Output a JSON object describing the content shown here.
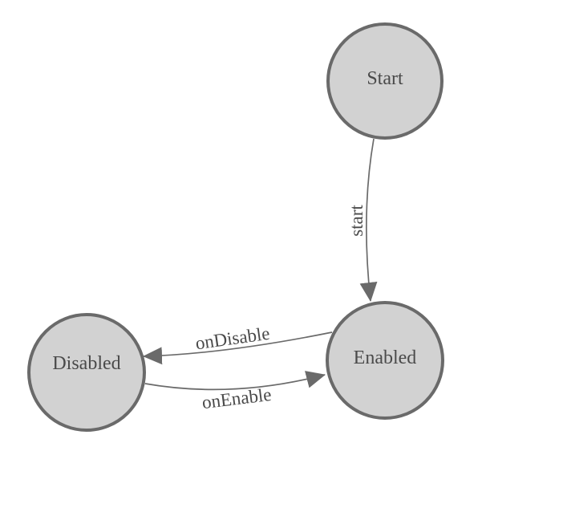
{
  "diagram": {
    "type": "state-machine",
    "background": "#ffffff",
    "colors": {
      "node_fill": "#d2d2d2",
      "node_stroke": "#6a6a6a",
      "edge_stroke": "#6a6a6a",
      "arrow_fill": "#6a6a6a",
      "text_color": "#4a4a4a"
    },
    "nodes": [
      {
        "id": "start",
        "label": "Start"
      },
      {
        "id": "enabled",
        "label": "Enabled"
      },
      {
        "id": "disabled",
        "label": "Disabled"
      }
    ],
    "edges": [
      {
        "from": "Start",
        "to": "Enabled",
        "label": "start"
      },
      {
        "from": "Enabled",
        "to": "Disabled",
        "label": "onDisable"
      },
      {
        "from": "Disabled",
        "to": "Enabled",
        "label": "onEnable"
      }
    ]
  }
}
